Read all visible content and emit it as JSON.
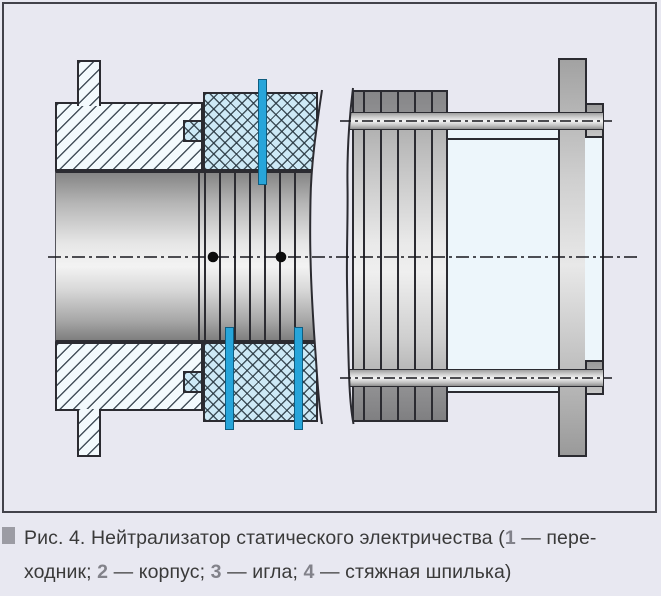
{
  "figure": {
    "label": "Рис. 4",
    "title": "Нейтрализатор статического электричества"
  },
  "caption": {
    "line1": {
      "s0": "Рис. 4. Нейтрализатор статического электричества (",
      "n1": "1",
      "s1": " — пере-"
    },
    "line2": {
      "s0": "ходник; ",
      "n2": "2",
      "s1": " — корпус; ",
      "n3": "3",
      "s2": " — игла; ",
      "n4": "4",
      "s3": " — стяжная шпилька)"
    }
  },
  "legend": [
    {
      "number": "1",
      "label": "переходник"
    },
    {
      "number": "2",
      "label": "корпус"
    },
    {
      "number": "3",
      "label": "игла"
    },
    {
      "number": "4",
      "label": "стяжная шпилька"
    }
  ],
  "colors": {
    "background": "#e8e8f1",
    "outline": "#2b2b31",
    "needle_blue": "#27a5da",
    "insulator_fill": "#cde9f6",
    "flange_hatch_fill": "#f3fafd",
    "metal_light": "#f3f3f3",
    "metal_dark": "#818181",
    "pipe_interior": "#edf6fb",
    "caption_text": "#3a3a3a",
    "caption_number_gray": "#82828a",
    "bullet_gray": "#9c9ca4",
    "frame_border": "#42424a"
  }
}
